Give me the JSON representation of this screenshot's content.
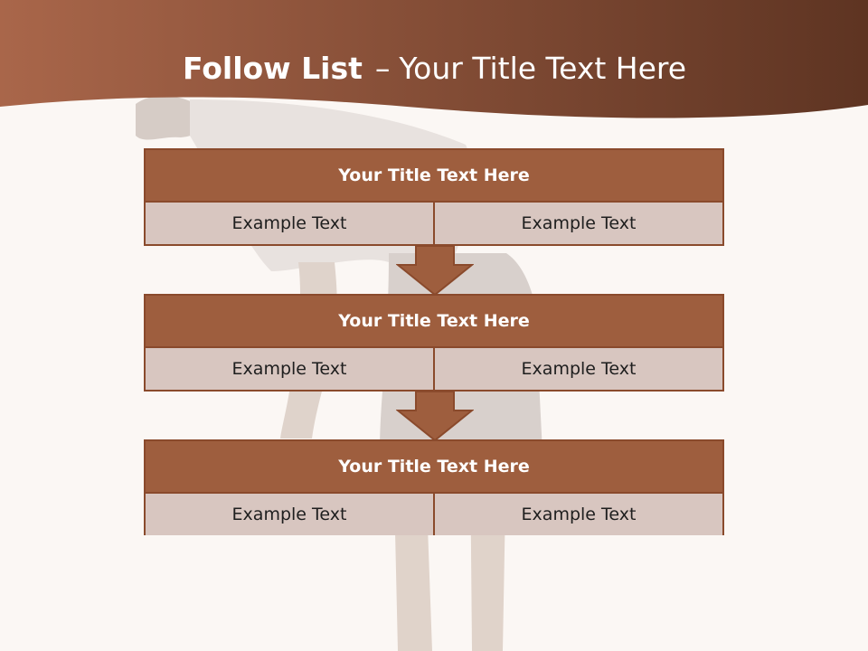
{
  "slide": {
    "title_bold": "Follow List",
    "title_sep": "–",
    "title_rest": "Your Title Text Here"
  },
  "blocks": [
    {
      "title": "Your Title Text Here",
      "left": "Example Text",
      "right": "Example Text"
    },
    {
      "title": "Your Title Text Here",
      "left": "Example Text",
      "right": "Example Text"
    },
    {
      "title": "Your Title Text Here",
      "left": "Example Text",
      "right": "Example Text"
    }
  ],
  "colors": {
    "banner_dark": "#5e3422",
    "banner_light": "#a9664a",
    "block_header": "#9e5e3e",
    "block_cell": "#d8c6c0",
    "block_border": "#8a4a2c",
    "background": "#fbf7f4"
  },
  "icons": [
    "down-arrow-icon"
  ]
}
